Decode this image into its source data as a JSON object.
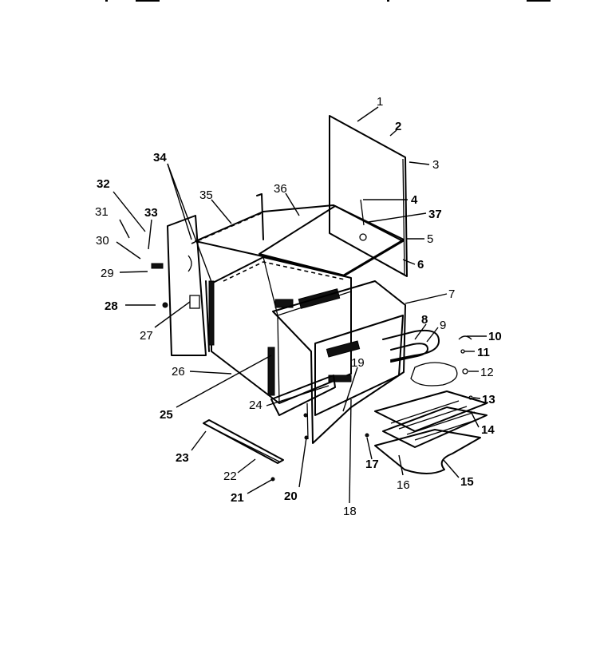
{
  "callouts": [
    {
      "id": "c1",
      "text": "1",
      "bold": false
    },
    {
      "id": "c2",
      "text": "2",
      "bold": true
    },
    {
      "id": "c3",
      "text": "3",
      "bold": false
    },
    {
      "id": "c4",
      "text": "4",
      "bold": true
    },
    {
      "id": "c5",
      "text": "5",
      "bold": false
    },
    {
      "id": "c6",
      "text": "6",
      "bold": true
    },
    {
      "id": "c7",
      "text": "7",
      "bold": false
    },
    {
      "id": "c8",
      "text": "8",
      "bold": true
    },
    {
      "id": "c9",
      "text": "9",
      "bold": false
    },
    {
      "id": "c10",
      "text": "10",
      "bold": true
    },
    {
      "id": "c11",
      "text": "11",
      "bold": true
    },
    {
      "id": "c12",
      "text": "12",
      "bold": false
    },
    {
      "id": "c13",
      "text": "13",
      "bold": true
    },
    {
      "id": "c14",
      "text": "14",
      "bold": true
    },
    {
      "id": "c15",
      "text": "15",
      "bold": true
    },
    {
      "id": "c16",
      "text": "16",
      "bold": false
    },
    {
      "id": "c17",
      "text": "17",
      "bold": true
    },
    {
      "id": "c18",
      "text": "18",
      "bold": false
    },
    {
      "id": "c19",
      "text": "19",
      "bold": false
    },
    {
      "id": "c20",
      "text": "20",
      "bold": true
    },
    {
      "id": "c21",
      "text": "21",
      "bold": true
    },
    {
      "id": "c22",
      "text": "22",
      "bold": false
    },
    {
      "id": "c23",
      "text": "23",
      "bold": true
    },
    {
      "id": "c24",
      "text": "24",
      "bold": false
    },
    {
      "id": "c25",
      "text": "25",
      "bold": true
    },
    {
      "id": "c26",
      "text": "26",
      "bold": false
    },
    {
      "id": "c27",
      "text": "27",
      "bold": false
    },
    {
      "id": "c28",
      "text": "28",
      "bold": true
    },
    {
      "id": "c29",
      "text": "29",
      "bold": false
    },
    {
      "id": "c30",
      "text": "30",
      "bold": false
    },
    {
      "id": "c31",
      "text": "31",
      "bold": false
    },
    {
      "id": "c32",
      "text": "32",
      "bold": true
    },
    {
      "id": "c33",
      "text": "33",
      "bold": true
    },
    {
      "id": "c34",
      "text": "34",
      "bold": true
    },
    {
      "id": "c35",
      "text": "35",
      "bold": false
    },
    {
      "id": "c36",
      "text": "36",
      "bold": false
    },
    {
      "id": "c37",
      "text": "37",
      "bold": true
    }
  ]
}
